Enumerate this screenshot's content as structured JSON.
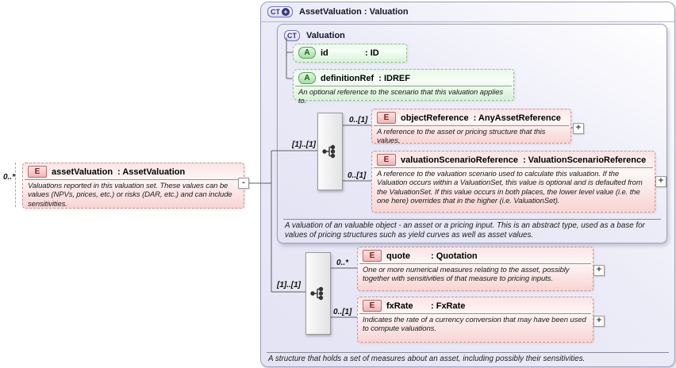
{
  "icons": {
    "plus": "+",
    "minus": "-"
  },
  "root_element": {
    "cardinality": "0..*",
    "badge": "E",
    "name": "assetValuation",
    "type_label": ": AssetValuation",
    "annotation": "Valuations reported in this valuation set. These values can be values (NPVs, prices, etc.) or risks (DAR, etc.) and can include sensitivities."
  },
  "outer_panel": {
    "badge": "CT",
    "title": "AssetValuation : Valuation",
    "annotation": "A structure that holds a set of measures about an asset, including possibly their sensitivities."
  },
  "inner_panel": {
    "badge": "CT",
    "title": "Valuation",
    "annotation": "A valuation of an valuable object - an asset or a pricing input. This is an abstract type, used as a base for values of pricing structures such as yield curves as well as asset values."
  },
  "attributes": [
    {
      "badge": "A",
      "name": "id",
      "type_label": ": ID"
    },
    {
      "badge": "A",
      "name": "definitionRef",
      "type_label": ": IDREF",
      "annotation": "An optional reference to the scenario that this valuation applies to."
    }
  ],
  "groups": [
    {
      "kind": "sequence",
      "cardinality": "[1]..[1]"
    },
    {
      "kind": "sequence",
      "cardinality": "[1]..[1]"
    }
  ],
  "elements": {
    "objectReference": {
      "cardinality": "0..[1]",
      "badge": "E",
      "name": "objectReference",
      "type_label": ": AnyAssetReference",
      "annotation": "A reference to the asset or pricing structure that this values."
    },
    "valuationScenarioReference": {
      "cardinality": "0..[1]",
      "badge": "E",
      "name": "valuationScenarioReference",
      "type_label": ": ValuationScenarioReference",
      "annotation": "A reference to the valuation scenario used to calculate this valuation. If the Valuation occurs within a ValuationSet, this value is optional and is defaulted from the ValuationSet. If this value occurs in both places, the lower level value (i.e. the one here) overrides that in the higher (i.e. ValuationSet)."
    },
    "quote": {
      "cardinality": "0..*",
      "badge": "E",
      "name": "quote",
      "type_label": ": Quotation",
      "annotation": "One or more numerical measures relating to the asset, possibly together with sensitivities of that measure to pricing inputs."
    },
    "fxRate": {
      "cardinality": "0..[1]",
      "badge": "E",
      "name": "fxRate",
      "type_label": ": FxRate",
      "annotation": "Indicates the rate of a currency conversion that may have been used to compute valuations."
    }
  }
}
